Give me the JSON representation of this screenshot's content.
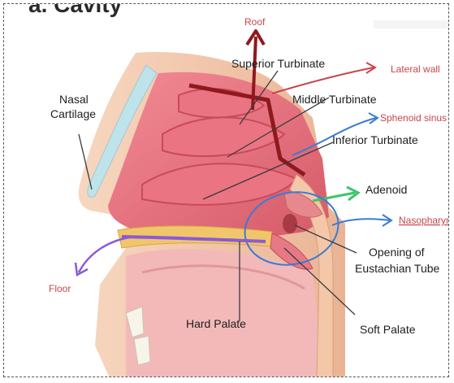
{
  "heading_fragment": "a. Cavity",
  "labels": {
    "roof": "Roof",
    "superior_turbinate": "Superior Turbinate",
    "lateral_wall": "Lateral wall",
    "middle_turbinate": "Middle Turbinate",
    "nasal": "Nasal",
    "cartilage": "Cartilage",
    "sphenoid_sinus": "Sphenoid sinus",
    "inferior_turbinate": "Inferior Turbinate",
    "adenoid": "Adenoid",
    "nasopharynx": "Nasopharynx",
    "opening_of": "Opening of",
    "eustachian_tube": "Eustachian Tube",
    "floor": "Floor",
    "hard_palate": "Hard Palate",
    "soft_palate": "Soft Palate"
  },
  "colors": {
    "annotation_dark_red": "#8e1a1f",
    "annotation_blue": "#3a7bd5",
    "annotation_green": "#3fc46a",
    "annotation_purple": "#8a5bd6",
    "tissue_pink": "#e67985",
    "bone_yellow": "#f1c66b"
  }
}
